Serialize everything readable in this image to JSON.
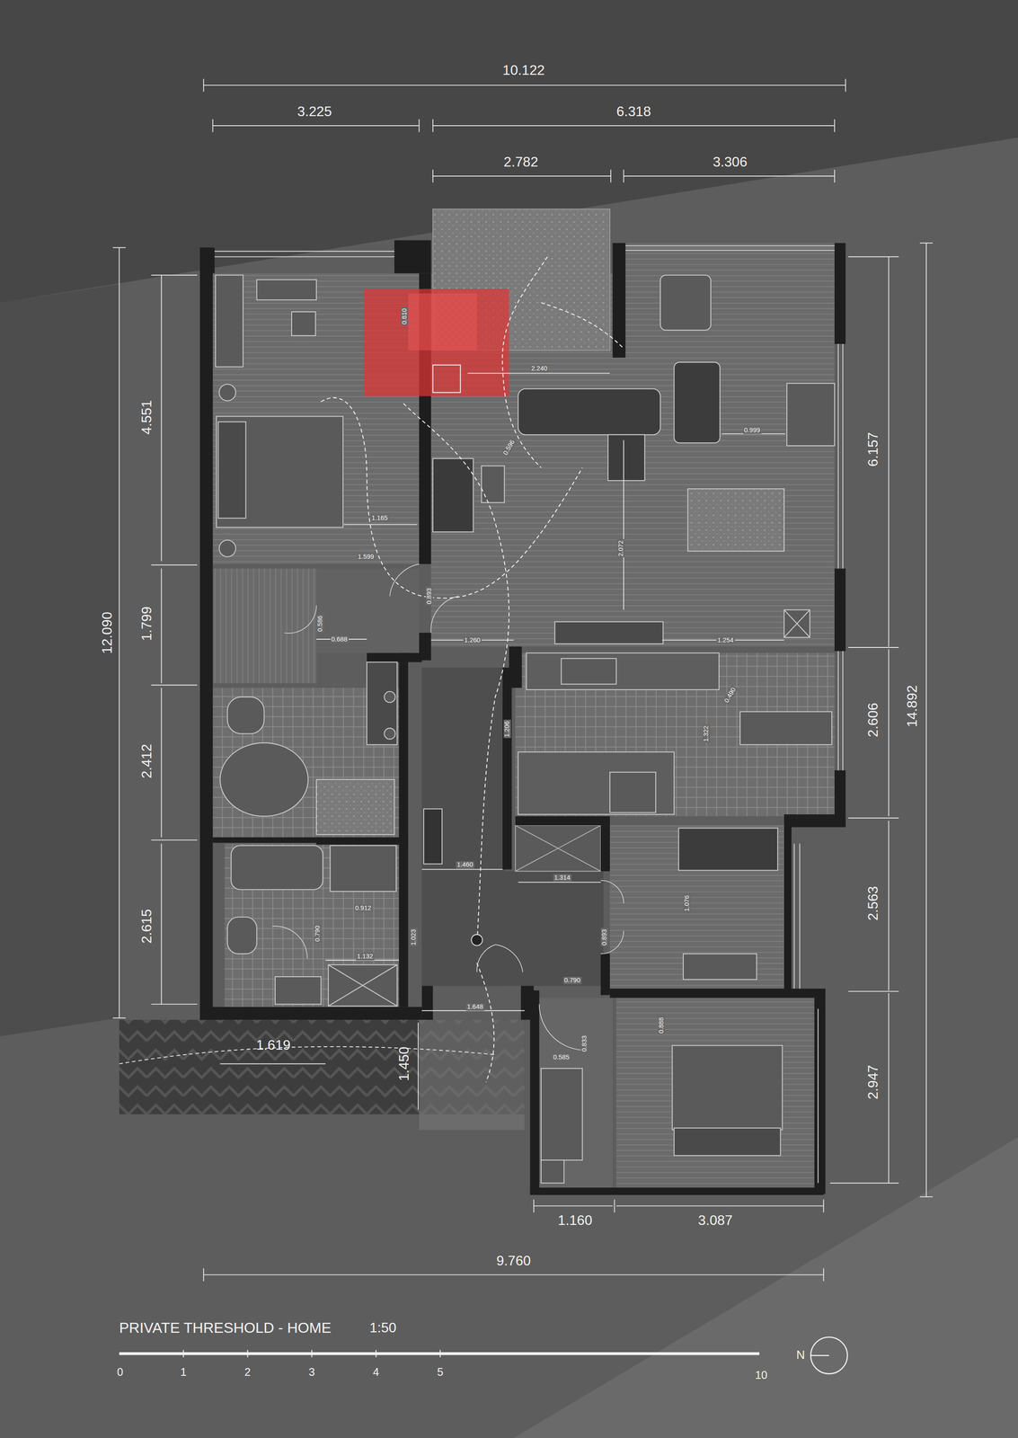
{
  "diagram": {
    "title": "PRIVATE THRESHOLD - HOME",
    "labels": [
      "10.122",
      "3.225",
      "6.318",
      "2.782",
      "3.306",
      "4.551",
      "12.090",
      "1.799",
      "2.412",
      "2.615",
      "6.157",
      "14.892",
      "2.606",
      "2.563",
      "2.947",
      "0.810",
      "2.240",
      "0.999",
      "0.596",
      "1.165",
      "1.599",
      "2.072",
      "0.893",
      "0.586",
      "0.688",
      "1.260",
      "1.254",
      "0.490",
      "1.206",
      "1.322",
      "1.460",
      "1.314",
      "1.076",
      "0.912",
      "0.790",
      "1.023",
      "0.893",
      "1.132",
      "0.790",
      "1.648",
      "0.888",
      "0.833",
      "0.585",
      "1.619",
      "1.450",
      "1.160",
      "3.087",
      "9.760",
      "1:50",
      "0",
      "1",
      "2",
      "3",
      "4",
      "5",
      "10",
      "N"
    ]
  }
}
